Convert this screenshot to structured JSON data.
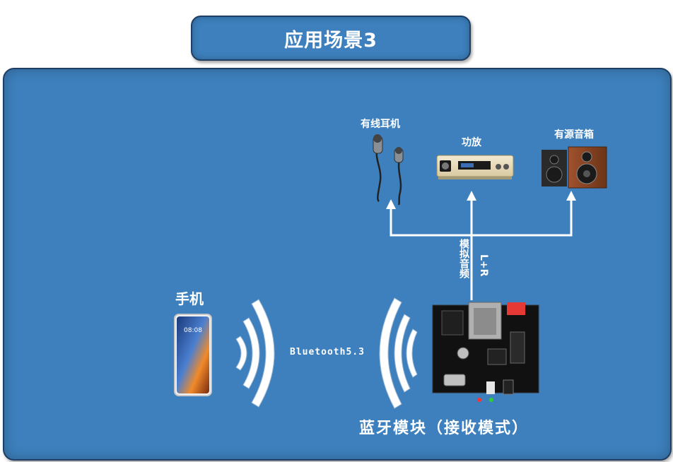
{
  "title": "应用场景3",
  "devices": {
    "earphones": "有线耳机",
    "amplifier": "功放",
    "speakers": "有源音箱",
    "phone": "手机",
    "module": "蓝牙模块（接收模式）"
  },
  "signal": {
    "analog_audio": "模拟音频",
    "channels": "L+R",
    "bluetooth": "Bluetooth5.3"
  },
  "colors": {
    "panel": "#3d80bd",
    "border": "#1e3e63",
    "text": "#ffffff"
  }
}
